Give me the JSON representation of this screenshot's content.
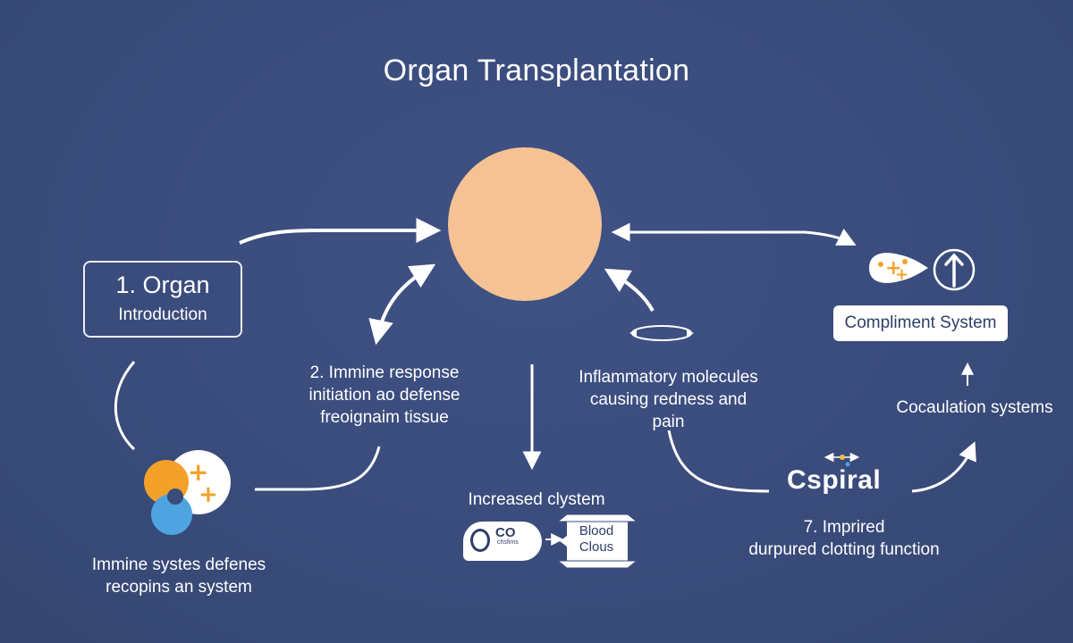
{
  "title": "Organ Transplantation",
  "organ_box": {
    "heading": "1. Organ",
    "subtitle": "Introduction"
  },
  "immune_response": {
    "lines": [
      "2. Immine response",
      "initiation ao defense",
      "freoignaim tissue"
    ]
  },
  "inflammatory": {
    "lines": [
      "Inflammatory molecules",
      "causing redness and pain"
    ]
  },
  "compliment_system": "Compliment System",
  "coagulation": "Cocaulation systems",
  "spiral": "Cspiral",
  "impaired": {
    "lines": [
      "7. Imprired",
      "durpured clotting function"
    ]
  },
  "increased": "Increased clystem",
  "co_bubble": {
    "main": "CO",
    "small": "chsfims"
  },
  "blood_clots": {
    "lines": [
      "Blood",
      "Clous"
    ]
  },
  "immune_defense": {
    "lines": [
      "Immine systes defenes",
      "recopins an system"
    ]
  },
  "colors": {
    "background": "#3a4c7c",
    "center_circle": "#f6c293",
    "orange": "#f4a12a",
    "blue": "#4ea3e0",
    "white": "#ffffff"
  },
  "icons": [
    "person-icon",
    "plus-cluster-icon",
    "up-arrow-icon",
    "cells-icon",
    "co-bubble-icon",
    "blood-clots-box-icon"
  ]
}
